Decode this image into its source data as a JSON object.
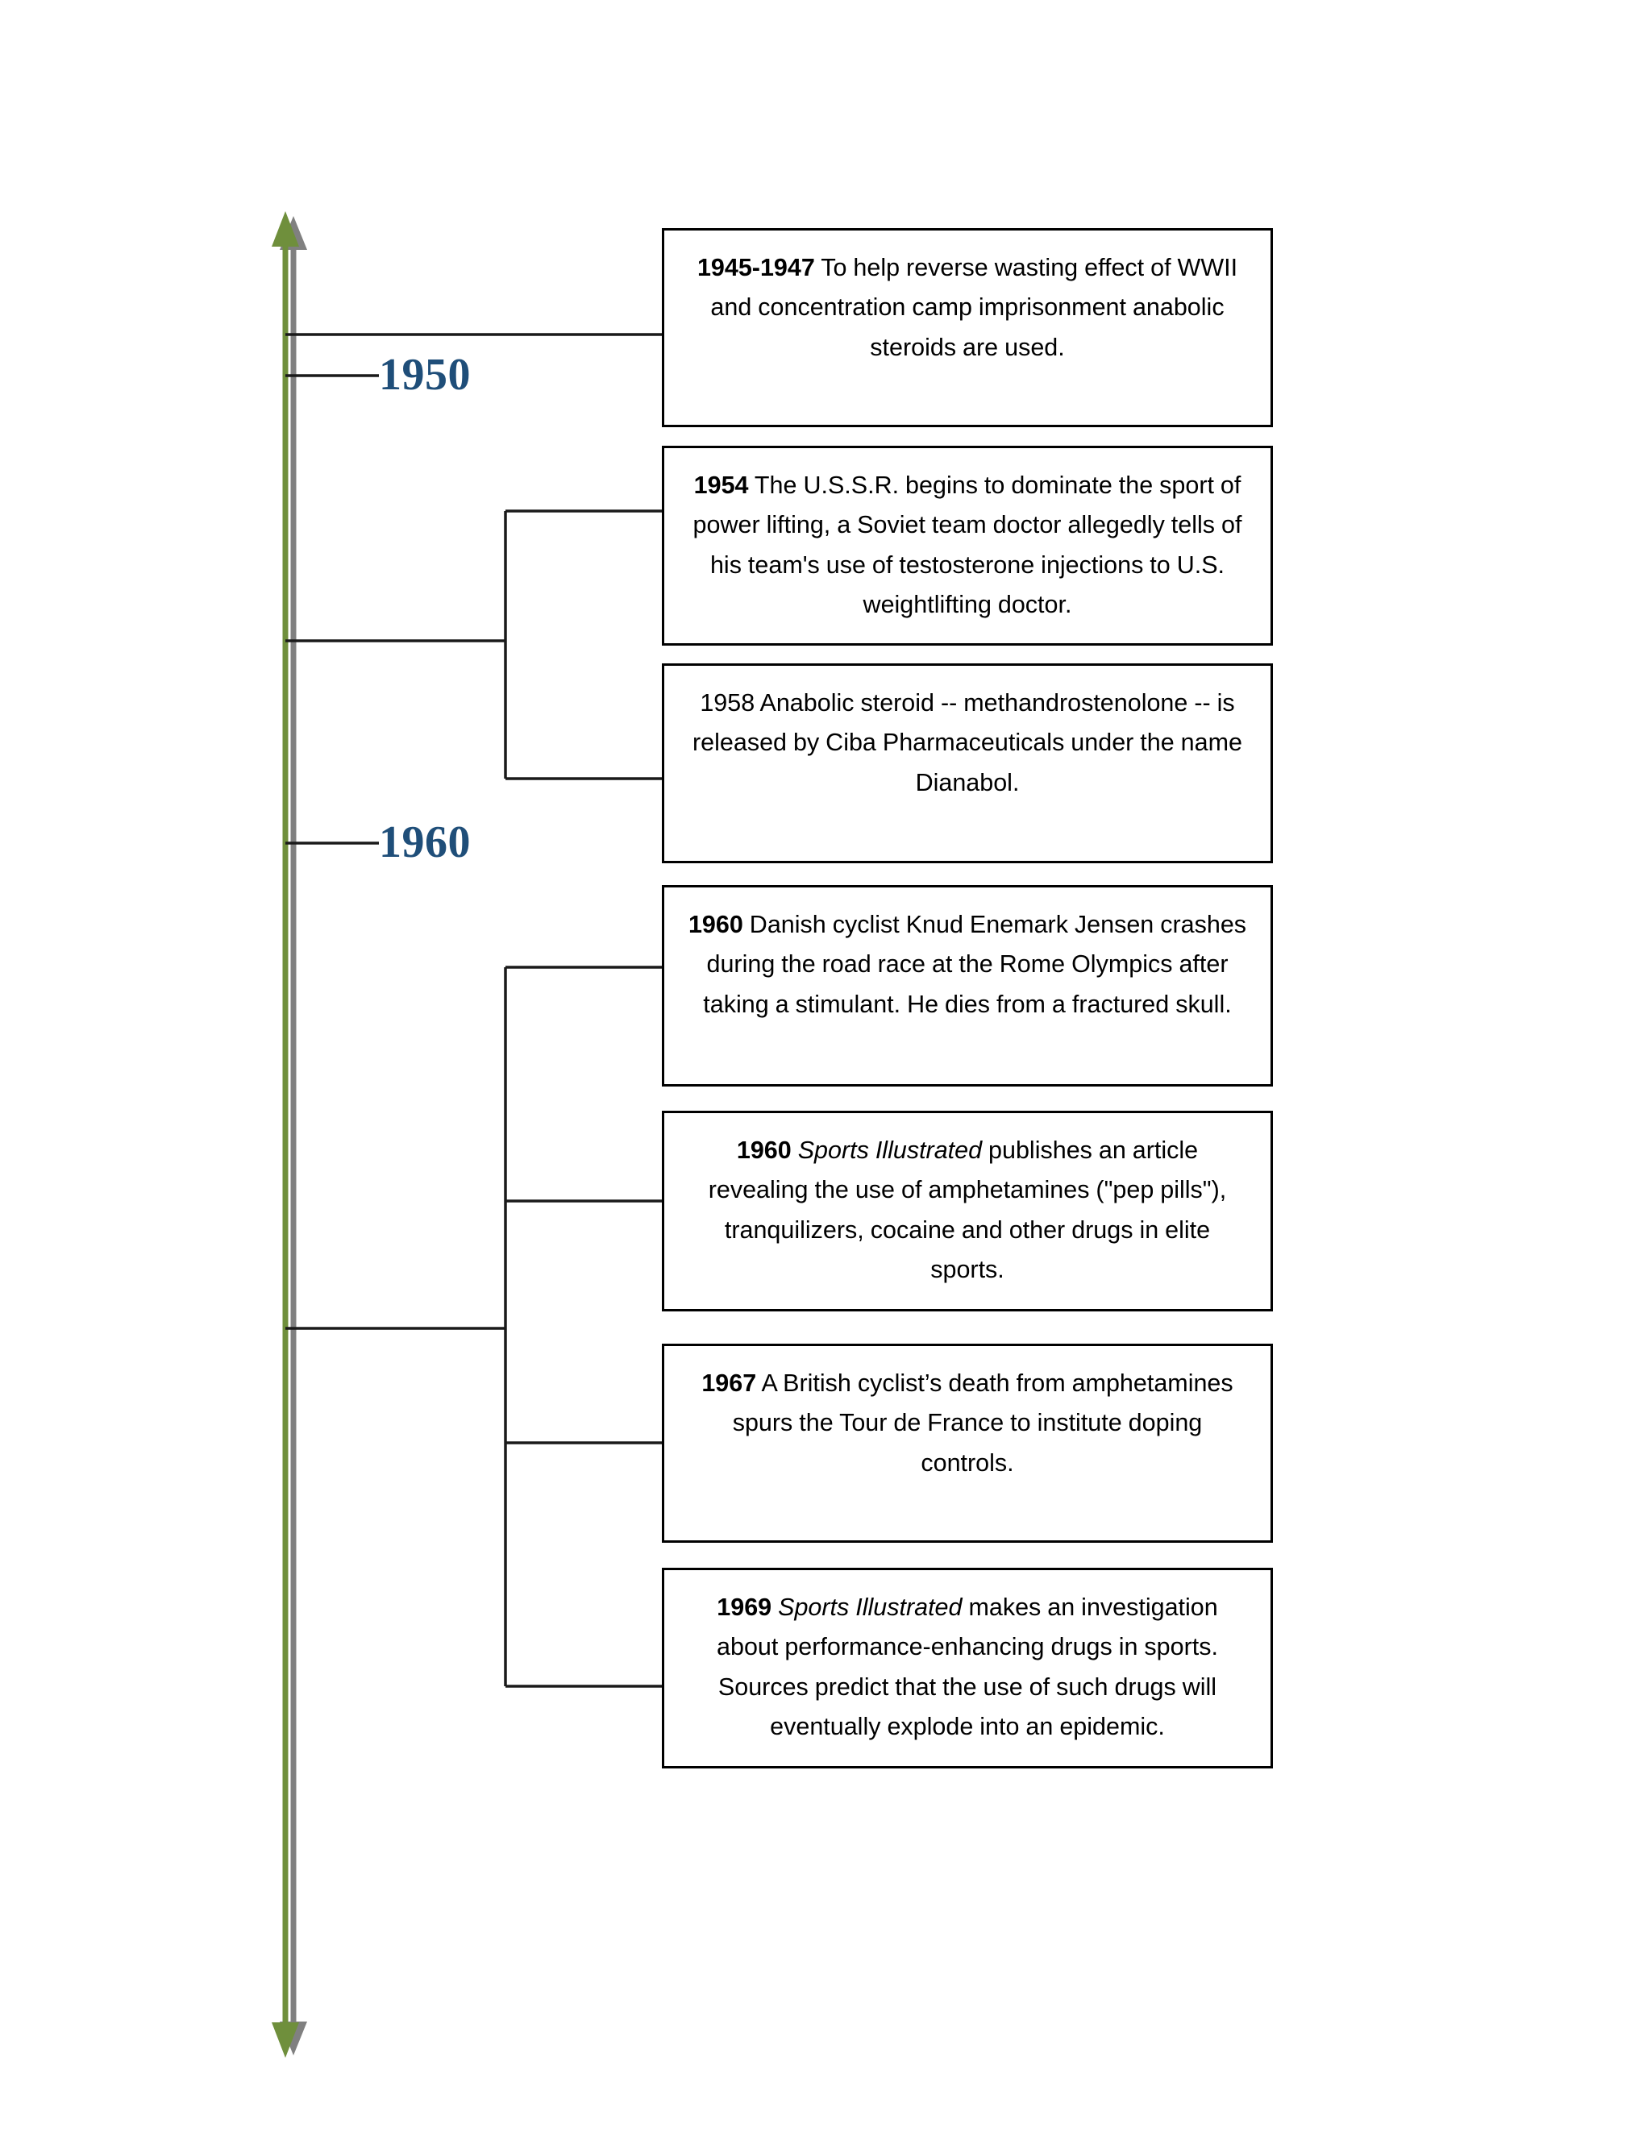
{
  "diagram": {
    "type": "vertical-timeline",
    "title_text": "",
    "axis": {
      "name": "timeline-axis",
      "orientation": "vertical",
      "arrow_top": true,
      "arrow_bottom": true,
      "line_color": "#6F8F3C",
      "shadow_color": "#808080"
    },
    "year_marks": [
      {
        "label": "1950",
        "color": "#1F4E79"
      },
      {
        "label": "1960",
        "color": "#1F4E79"
      }
    ],
    "events": [
      {
        "id": "event-1945",
        "year": "1945-1947",
        "year_bold": true,
        "text": " To help reverse wasting effect of WWII and concentration camp imprisonment anabolic steroids are used.",
        "emphasis": "",
        "emphasis_after": "",
        "full_text": "1945-1947 To help reverse wasting effect of WWII and concentration camp imprisonment anabolic steroids are used."
      },
      {
        "id": "event-1954",
        "year": "1954",
        "year_bold": true,
        "text": " The U.S.S.R. begins to dominate the sport of power lifting, a Soviet team doctor allegedly tells of his team's use of testosterone injections to U.S. weightlifting doctor.",
        "emphasis": "",
        "emphasis_after": "",
        "full_text": "1954 The U.S.S.R. begins to dominate the sport of power lifting, a Soviet team doctor allegedly tells of his team's use of testosterone injections to U.S. weightlifting doctor."
      },
      {
        "id": "event-1958",
        "year": "1958",
        "year_bold": false,
        "text": " Anabolic steroid -- methandrostenolone -- is released by Ciba Pharmaceuticals under the name Dianabol.",
        "emphasis": "",
        "emphasis_after": "",
        "full_text": "1958 Anabolic steroid -- methandrostenolone -- is released by Ciba Pharmaceuticals under the name Dianabol."
      },
      {
        "id": "event-1960-jensen",
        "year": "1960",
        "year_bold": true,
        "text": " Danish cyclist Knud Enemark Jensen crashes during the road race at the Rome Olympics after taking a stimulant. He dies from a fractured skull.",
        "emphasis": "",
        "emphasis_after": "",
        "full_text": "1960 Danish cyclist Knud Enemark Jensen crashes during the road race at the Rome Olympics after taking a stimulant. He dies from a fractured skull."
      },
      {
        "id": "event-1960-si",
        "year": "1960",
        "year_bold": true,
        "text": " ",
        "emphasis": "Sports Illustrated",
        "emphasis_after": " publishes an article revealing the use of amphetamines (\"pep pills\"), tranquilizers, cocaine and other drugs in elite sports.",
        "full_text": "1960 Sports Illustrated publishes an article revealing the use of amphetamines (\"pep pills\"), tranquilizers, cocaine and other drugs in elite sports."
      },
      {
        "id": "event-1967",
        "year": "1967",
        "year_bold": true,
        "text": " A British cyclist’s death from amphetamines spurs the Tour de France to institute doping controls.",
        "emphasis": "",
        "emphasis_after": "",
        "full_text": "1967 A British cyclist’s death from amphetamines spurs the Tour de France to institute doping controls."
      },
      {
        "id": "event-1969",
        "year": "1969",
        "year_bold": true,
        "text": " ",
        "emphasis": "Sports Illustrated",
        "emphasis_after": " makes an investigation about performance-enhancing drugs in sports. Sources predict that the use of such drugs will eventually explode into an epidemic.",
        "full_text": "1969 Sports Illustrated makes an investigation about performance-enhancing drugs in sports. Sources predict that the use of such drugs will eventually explode into an epidemic."
      }
    ]
  }
}
